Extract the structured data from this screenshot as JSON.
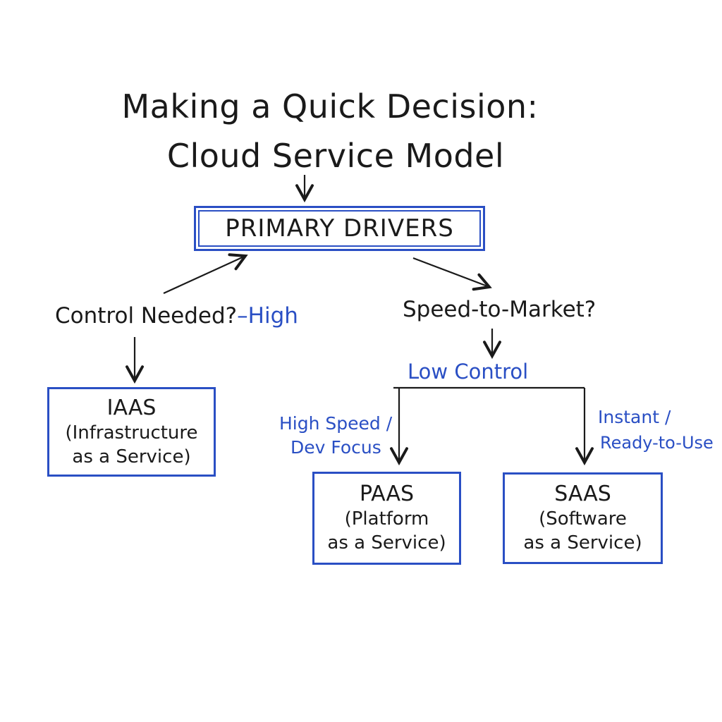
{
  "title": {
    "line1": "Making a Quick Decision:",
    "line2": "Cloud Service Model"
  },
  "primary_node": {
    "label": "PRIMARY DRIVERS"
  },
  "questions": {
    "control": "Control Needed?",
    "control_answer": "–High",
    "speed": "Speed-to-Market?"
  },
  "branch_labels": {
    "low_control": "Low Control",
    "paas_path": [
      "High Speed /",
      "Dev Focus"
    ],
    "saas_path": [
      "Instant /",
      "Ready-to-Use"
    ]
  },
  "services": {
    "iaas": {
      "name": "IAAS",
      "desc1": "(Infrastructure",
      "desc2": "as a Service)"
    },
    "paas": {
      "name": "PAAS",
      "desc1": "(Platform",
      "desc2": "as a Service)"
    },
    "saas": {
      "name": "SAAS",
      "desc1": "(Software",
      "desc2": "as a Service)"
    }
  },
  "colors": {
    "ink": "#1a1a1a",
    "accent": "#2a4fc4",
    "background": "#ffffff"
  }
}
